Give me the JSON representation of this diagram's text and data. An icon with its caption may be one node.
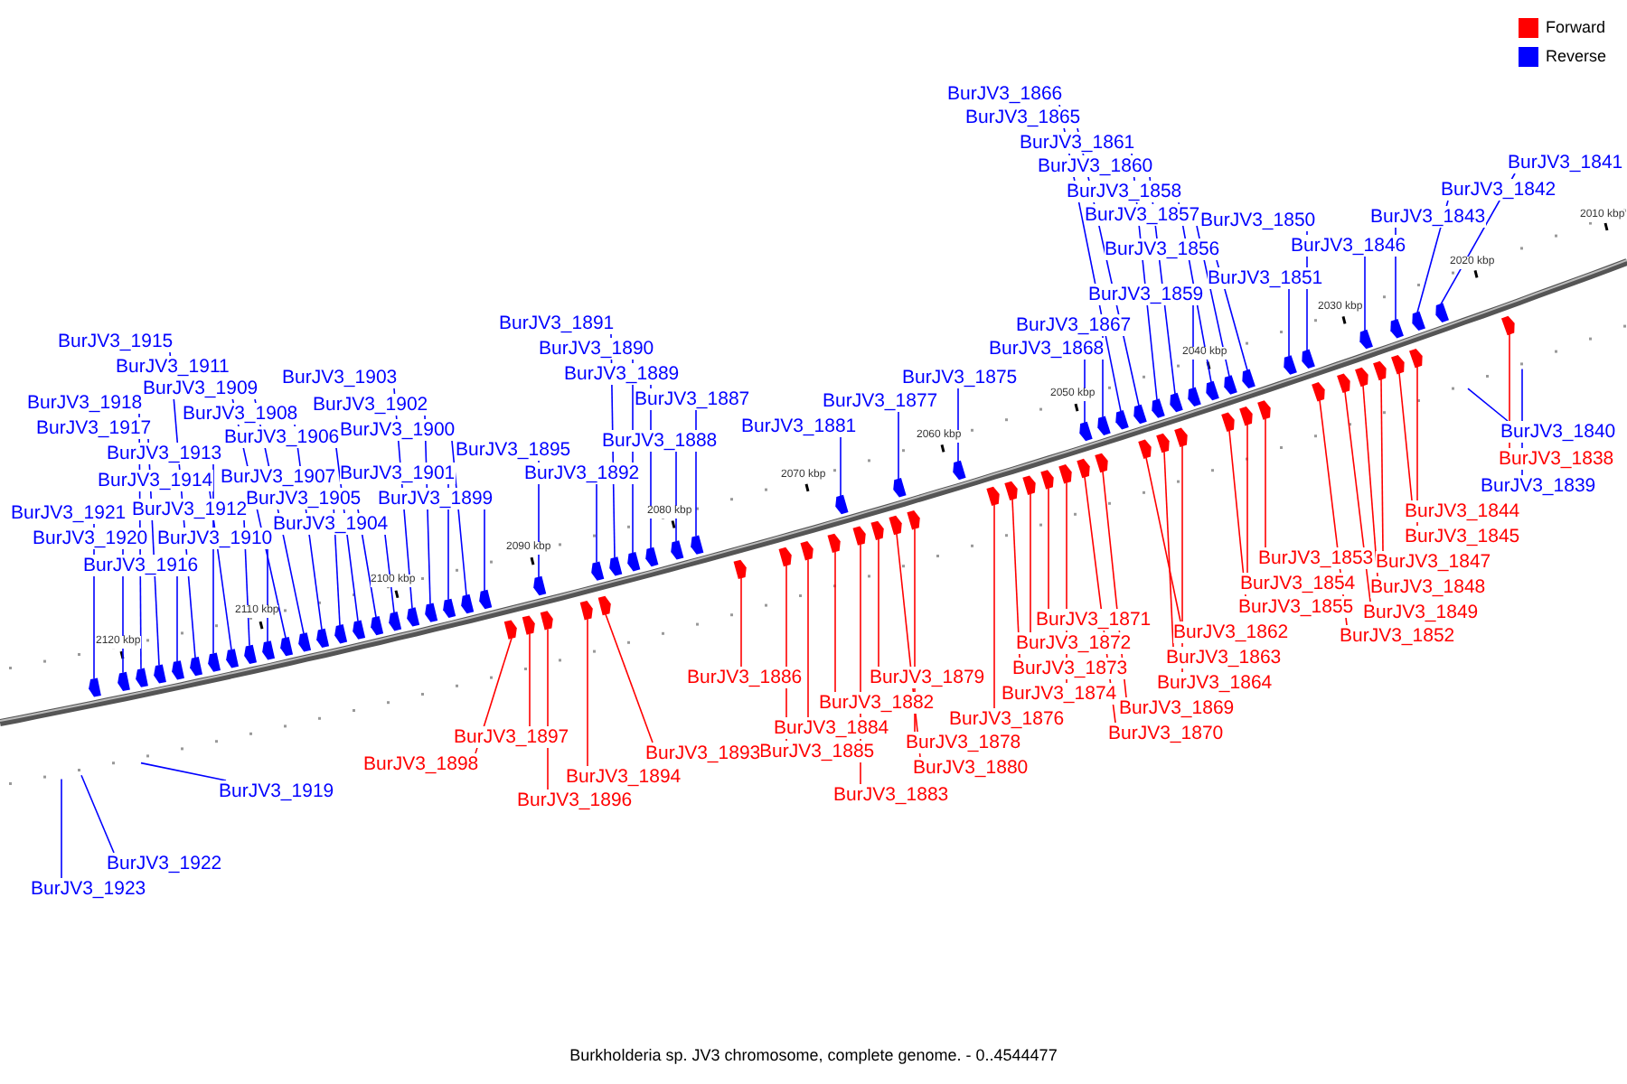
{
  "diagram": {
    "caption": "Burkholderia sp. JV3 chromosome, complete genome. - 0..4544477",
    "nodes": [
      {
        "text": [
          "BurJV3_1866"
        ]
      },
      {
        "text": [
          "BurJV3_1865"
        ]
      },
      {
        "text": [
          "BurJV3_1861"
        ]
      },
      {
        "text": [
          "BurJV3_1860"
        ]
      },
      {
        "text": [
          "BurJV3_1858"
        ]
      },
      {
        "text": [
          "BurJV3_1857"
        ]
      },
      {
        "text": [
          "BurJV3_1856"
        ]
      },
      {
        "text": [
          "BurJV3_1859"
        ]
      },
      {
        "text": [
          "BurJV3_1867"
        ]
      },
      {
        "text": [
          "BurJV3_1868"
        ]
      },
      {
        "text": [
          "BurJV3_1850"
        ]
      },
      {
        "text": [
          "BurJV3_1851"
        ]
      },
      {
        "text": [
          "BurJV3_1846"
        ]
      },
      {
        "text": [
          "BurJV3_1843"
        ]
      },
      {
        "text": [
          "BurJV3_1842"
        ]
      },
      {
        "text": [
          "BurJV3_1841"
        ]
      },
      {
        "text": [
          "BurJV3_1875"
        ]
      },
      {
        "text": [
          "BurJV3_1877"
        ]
      },
      {
        "text": [
          "BurJV3_1881"
        ]
      },
      {
        "text": [
          "BurJV3_1887"
        ]
      },
      {
        "text": [
          "BurJV3_1888"
        ]
      },
      {
        "text": [
          "BurJV3_1889"
        ]
      },
      {
        "text": [
          "BurJV3_1890"
        ]
      },
      {
        "text": [
          "BurJV3_1891"
        ]
      },
      {
        "text": [
          "BurJV3_1892"
        ]
      },
      {
        "text": [
          "BurJV3_1895"
        ]
      },
      {
        "text": [
          "BurJV3_1903"
        ]
      },
      {
        "text": [
          "BurJV3_1902"
        ]
      },
      {
        "text": [
          "BurJV3_1900"
        ]
      },
      {
        "text": [
          "BurJV3_1901"
        ]
      },
      {
        "text": [
          "BurJV3_1899"
        ]
      },
      {
        "text": [
          "BurJV3_1906"
        ]
      },
      {
        "text": [
          "BurJV3_1905"
        ]
      },
      {
        "text": [
          "BurJV3_1904"
        ]
      },
      {
        "text": [
          "BurJV3_1907"
        ]
      },
      {
        "text": [
          "BurJV3_1908"
        ]
      },
      {
        "text": [
          "BurJV3_1909"
        ]
      },
      {
        "text": [
          "BurJV3_1911"
        ]
      },
      {
        "text": [
          "BurJV3_1915"
        ]
      },
      {
        "text": [
          "BurJV3_1910"
        ]
      },
      {
        "text": [
          "BurJV3_1912"
        ]
      },
      {
        "text": [
          "BurJV3_1913"
        ]
      },
      {
        "text": [
          "BurJV3_1914"
        ]
      },
      {
        "text": [
          "BurJV3_1918"
        ]
      },
      {
        "text": [
          "BurJV3_1917"
        ]
      },
      {
        "text": [
          "BurJV3_1916"
        ]
      },
      {
        "text": [
          "BurJV3_1920"
        ]
      },
      {
        "text": [
          "BurJV3_1921"
        ]
      },
      {
        "text": [
          "BurJV3_1840"
        ]
      },
      {
        "text": [
          "BurJV3_1839"
        ]
      },
      {
        "text": [
          "BurJV3_1919"
        ]
      },
      {
        "text": [
          "BurJV3_1922"
        ]
      },
      {
        "text": [
          "BurJV3_1923"
        ]
      },
      {
        "text": [
          "BurJV3_1838"
        ]
      },
      {
        "text": [
          "BurJV3_1844"
        ]
      },
      {
        "text": [
          "BurJV3_1845"
        ]
      },
      {
        "text": [
          "BurJV3_1847"
        ]
      },
      {
        "text": [
          "BurJV3_1848"
        ]
      },
      {
        "text": [
          "BurJV3_1849"
        ]
      },
      {
        "text": [
          "BurJV3_1852"
        ]
      },
      {
        "text": [
          "BurJV3_1853"
        ]
      },
      {
        "text": [
          "BurJV3_1854"
        ]
      },
      {
        "text": [
          "BurJV3_1855"
        ]
      },
      {
        "text": [
          "BurJV3_1862"
        ]
      },
      {
        "text": [
          "BurJV3_1863"
        ]
      },
      {
        "text": [
          "BurJV3_1864"
        ]
      },
      {
        "text": [
          "BurJV3_1869"
        ]
      },
      {
        "text": [
          "BurJV3_1870"
        ]
      },
      {
        "text": [
          "BurJV3_1871"
        ]
      },
      {
        "text": [
          "BurJV3_1872"
        ]
      },
      {
        "text": [
          "BurJV3_1873"
        ]
      },
      {
        "text": [
          "BurJV3_1874"
        ]
      },
      {
        "text": [
          "BurJV3_1876"
        ]
      },
      {
        "text": [
          "BurJV3_1878"
        ]
      },
      {
        "text": [
          "BurJV3_1879"
        ]
      },
      {
        "text": [
          "BurJV3_1880"
        ]
      },
      {
        "text": [
          "BurJV3_1882"
        ]
      },
      {
        "text": [
          "BurJV3_1883"
        ]
      },
      {
        "text": [
          "BurJV3_1884"
        ]
      },
      {
        "text": [
          "BurJV3_1885"
        ]
      },
      {
        "text": [
          "BurJV3_1886"
        ]
      },
      {
        "text": [
          "BurJV3_1893"
        ]
      },
      {
        "text": [
          "BurJV3_1894"
        ]
      },
      {
        "text": [
          "BurJV3_1896"
        ]
      },
      {
        "text": [
          "BurJV3_1897"
        ]
      },
      {
        "text": [
          "BurJV3_1898"
        ]
      },
      {
        "text": [],
        "shape": "pentagon"
      },
      {
        "text": [],
        "shape": "pentagon"
      },
      {
        "text": [],
        "shape": "pentagon"
      },
      {
        "text": [],
        "shape": "pentagon"
      },
      {
        "text": [],
        "shape": "pentagon"
      },
      {
        "text": [],
        "shape": "pentagon"
      },
      {
        "text": [],
        "shape": "pentagon"
      },
      {
        "text": [],
        "shape": "pentagon"
      },
      {
        "text": [],
        "shape": "pentagon"
      },
      {
        "text": [],
        "shape": "pentagon"
      },
      {
        "text": [],
        "shape": "pentagon"
      },
      {
        "text": [],
        "shape": "pentagon"
      },
      {
        "text": [],
        "shape": "pentagon"
      },
      {
        "text": [],
        "shape": "pentagon"
      },
      {
        "text": [],
        "shape": "pentagon"
      },
      {
        "text": [],
        "shape": "pentagon"
      },
      {
        "text": [],
        "shape": "pentagon"
      },
      {
        "text": [],
        "shape": "pentagon"
      },
      {
        "text": [],
        "shape": "pentagon"
      },
      {
        "text": [],
        "shape": "pentagon"
      },
      {
        "text": [],
        "shape": "pentagon"
      },
      {
        "text": [],
        "shape": "pentagon"
      },
      {
        "text": [],
        "shape": "pentagon"
      },
      {
        "text": [],
        "shape": "pentagon"
      },
      {
        "text": [],
        "shape": "pentagon"
      },
      {
        "text": [],
        "shape": "pentagon"
      },
      {
        "text": [],
        "shape": "pentagon"
      },
      {
        "text": [],
        "shape": "pentagon"
      },
      {
        "text": [],
        "shape": "pentagon"
      },
      {
        "text": [],
        "shape": "pentagon"
      },
      {
        "text": [],
        "shape": "pentagon"
      },
      {
        "text": [],
        "shape": "pentagon"
      },
      {
        "text": [],
        "shape": "pentagon"
      },
      {
        "text": [],
        "shape": "pentagon"
      },
      {
        "text": [],
        "shape": "pentagon"
      },
      {
        "text": [],
        "shape": "pentagon"
      },
      {
        "text": [],
        "shape": "pentagon"
      },
      {
        "text": [],
        "shape": "pentagon"
      },
      {
        "text": [],
        "shape": "pentagon"
      },
      {
        "text": [],
        "shape": "pentagon"
      },
      {
        "text": [],
        "shape": "pentagon"
      },
      {
        "text": [],
        "shape": "pentagon"
      },
      {
        "text": [],
        "shape": "pentagon"
      },
      {
        "text": [],
        "shape": "pentagon"
      },
      {
        "text": [],
        "shape": "pentagon"
      },
      {
        "text": [],
        "shape": "pentagon"
      },
      {
        "text": [],
        "shape": "pentagon"
      },
      {
        "text": [],
        "shape": "pentagon"
      },
      {
        "text": [],
        "shape": "pentagon"
      },
      {
        "text": [],
        "shape": "pentagon"
      },
      {
        "text": [],
        "shape": "pentagon"
      },
      {
        "text": [],
        "shape": "pentagon"
      },
      {
        "text": [],
        "shape": "pentagon"
      },
      {
        "text": [],
        "shape": "pentagon"
      },
      {
        "text": [],
        "shape": "pentagon"
      },
      {
        "text": [],
        "shape": "pentagon"
      },
      {
        "text": [],
        "shape": "pentagon"
      },
      {
        "text": [],
        "shape": "pentagon"
      },
      {
        "text": [],
        "shape": "pentagon"
      },
      {
        "text": [],
        "shape": "pentagon"
      },
      {
        "text": [],
        "shape": "pentagon"
      },
      {
        "text": [],
        "shape": "pentagon"
      },
      {
        "text": [],
        "shape": "pentagon"
      },
      {
        "text": [],
        "shape": "pentagon"
      },
      {
        "text": [],
        "shape": "pentagon"
      },
      {
        "text": [],
        "shape": "pentagon"
      },
      {
        "text": [],
        "shape": "pentagon"
      },
      {
        "text": [],
        "shape": "pentagon"
      },
      {
        "text": [],
        "shape": "pentagon"
      },
      {
        "text": [],
        "shape": "pentagon"
      },
      {
        "text": [],
        "shape": "pentagon"
      },
      {
        "text": [],
        "shape": "pentagon"
      },
      {
        "text": [],
        "shape": "pentagon"
      },
      {
        "text": [],
        "shape": "pentagon"
      },
      {
        "text": [],
        "shape": "pentagon"
      },
      {
        "text": [],
        "shape": "pentagon"
      },
      {
        "text": [],
        "shape": "pentagon"
      },
      {
        "text": [],
        "shape": "pentagon"
      },
      {
        "text": [],
        "shape": "pentagon"
      },
      {
        "text": [],
        "shape": "pentagon"
      },
      {
        "text": [],
        "shape": "pentagon"
      }
    ],
    "edges": [
      {
        "from": 0,
        "to": 140,
        "arrow": "none"
      },
      {
        "from": 1,
        "to": 141,
        "arrow": "none"
      },
      {
        "from": 2,
        "to": 142,
        "arrow": "none"
      },
      {
        "from": 3,
        "to": 143,
        "arrow": "none"
      },
      {
        "from": 4,
        "to": 146,
        "arrow": "none"
      },
      {
        "from": 5,
        "to": 148,
        "arrow": "none"
      },
      {
        "from": 6,
        "to": 150,
        "arrow": "none"
      },
      {
        "from": 7,
        "to": 145,
        "arrow": "none"
      },
      {
        "from": 8,
        "to": 139,
        "arrow": "none"
      },
      {
        "from": 9,
        "to": 137,
        "arrow": "none"
      },
      {
        "from": 10,
        "to": 155,
        "arrow": "none"
      },
      {
        "from": 11,
        "to": 154,
        "arrow": "none"
      },
      {
        "from": 12,
        "to": 159,
        "arrow": "none"
      },
      {
        "from": 13,
        "to": 162,
        "arrow": "none"
      },
      {
        "from": 14,
        "to": 164,
        "arrow": "none"
      },
      {
        "from": 15,
        "to": 165,
        "arrow": "none"
      },
      {
        "from": 16,
        "to": 130,
        "arrow": "none"
      },
      {
        "from": 17,
        "to": 128,
        "arrow": "none"
      },
      {
        "from": 18,
        "to": 124,
        "arrow": "none"
      },
      {
        "from": 19,
        "to": 119,
        "arrow": "none"
      },
      {
        "from": 20,
        "to": 118,
        "arrow": "none"
      },
      {
        "from": 21,
        "to": 117,
        "arrow": "none"
      },
      {
        "from": 22,
        "to": 116,
        "arrow": "none"
      },
      {
        "from": 23,
        "to": 115,
        "arrow": "none"
      },
      {
        "from": 24,
        "to": 113,
        "arrow": "none"
      },
      {
        "from": 25,
        "to": 110,
        "arrow": "none"
      },
      {
        "from": 26,
        "to": 103,
        "arrow": "none"
      },
      {
        "from": 27,
        "to": 104,
        "arrow": "none"
      },
      {
        "from": 28,
        "to": 106,
        "arrow": "none"
      },
      {
        "from": 29,
        "to": 105,
        "arrow": "none"
      },
      {
        "from": 30,
        "to": 107,
        "arrow": "none"
      },
      {
        "from": 31,
        "to": 100,
        "arrow": "none"
      },
      {
        "from": 32,
        "to": 101,
        "arrow": "none"
      },
      {
        "from": 33,
        "to": 102,
        "arrow": "none"
      },
      {
        "from": 34,
        "to": 99,
        "arrow": "none"
      },
      {
        "from": 35,
        "to": 98,
        "arrow": "none"
      },
      {
        "from": 36,
        "to": 97,
        "arrow": "none"
      },
      {
        "from": 37,
        "to": 96,
        "arrow": "none"
      },
      {
        "from": 38,
        "to": 91,
        "arrow": "none"
      },
      {
        "from": 39,
        "to": 95,
        "arrow": "none"
      },
      {
        "from": 40,
        "to": 94,
        "arrow": "none"
      },
      {
        "from": 41,
        "to": 92,
        "arrow": "none"
      },
      {
        "from": 42,
        "to": 93,
        "arrow": "none"
      },
      {
        "from": 43,
        "to": 88,
        "arrow": "none"
      },
      {
        "from": 44,
        "to": 89,
        "arrow": "none"
      },
      {
        "from": 45,
        "to": 90,
        "arrow": "none"
      },
      {
        "from": 46,
        "to": 87,
        "arrow": "none"
      },
      {
        "from": 47,
        "to": 86,
        "arrow": "none"
      },
      {
        "from": 48,
        "to": null,
        "arrow": "none"
      },
      {
        "from": 49,
        "to": null,
        "arrow": "none"
      },
      {
        "from": 50,
        "to": null,
        "arrow": "none"
      },
      {
        "from": 51,
        "to": null,
        "arrow": "none"
      },
      {
        "from": 52,
        "to": null,
        "arrow": "none"
      },
      {
        "from": 53,
        "to": 166,
        "arrow": "none",
        "color": "#ff0000"
      },
      {
        "from": 54,
        "to": 161,
        "arrow": "none",
        "color": "#ff0000"
      },
      {
        "from": 55,
        "to": 163,
        "arrow": "none",
        "color": "#ff0000"
      },
      {
        "from": 56,
        "to": 160,
        "arrow": "none",
        "color": "#ff0000"
      },
      {
        "from": 57,
        "to": 158,
        "arrow": "none",
        "color": "#ff0000"
      },
      {
        "from": 58,
        "to": 157,
        "arrow": "none",
        "color": "#ff0000"
      },
      {
        "from": 59,
        "to": 156,
        "arrow": "none",
        "color": "#ff0000"
      },
      {
        "from": 60,
        "to": 153,
        "arrow": "none",
        "color": "#ff0000"
      },
      {
        "from": 61,
        "to": 152,
        "arrow": "none",
        "color": "#ff0000"
      },
      {
        "from": 62,
        "to": 151,
        "arrow": "none",
        "color": "#ff0000"
      },
      {
        "from": 63,
        "to": 144,
        "arrow": "none",
        "color": "#ff0000"
      },
      {
        "from": 64,
        "to": 147,
        "arrow": "none",
        "color": "#ff0000"
      },
      {
        "from": 65,
        "to": 149,
        "arrow": "none",
        "color": "#ff0000"
      },
      {
        "from": 66,
        "to": 138,
        "arrow": "none",
        "color": "#ff0000"
      },
      {
        "from": 67,
        "to": 136,
        "arrow": "none",
        "color": "#ff0000"
      },
      {
        "from": 68,
        "to": 134,
        "arrow": "none",
        "color": "#ff0000"
      },
      {
        "from": 69,
        "to": 133,
        "arrow": "none",
        "color": "#ff0000"
      },
      {
        "from": 70,
        "to": 132,
        "arrow": "none",
        "color": "#ff0000"
      },
      {
        "from": 71,
        "to": 135,
        "arrow": "none",
        "color": "#ff0000"
      },
      {
        "from": 72,
        "to": 131,
        "arrow": "none",
        "color": "#ff0000"
      },
      {
        "from": 73,
        "to": 129,
        "arrow": "none",
        "color": "#ff0000"
      },
      {
        "from": 74,
        "to": 126,
        "arrow": "none",
        "color": "#ff0000"
      },
      {
        "from": 75,
        "to": 127,
        "arrow": "none",
        "color": "#ff0000"
      },
      {
        "from": 76,
        "to": 123,
        "arrow": "none",
        "color": "#ff0000"
      },
      {
        "from": 77,
        "to": 125,
        "arrow": "none",
        "color": "#ff0000"
      },
      {
        "from": 78,
        "to": 122,
        "arrow": "none",
        "color": "#ff0000"
      },
      {
        "from": 79,
        "to": 121,
        "arrow": "none",
        "color": "#ff0000"
      },
      {
        "from": 80,
        "to": 120,
        "arrow": "none",
        "color": "#ff0000"
      },
      {
        "from": 81,
        "to": 114,
        "arrow": "none",
        "color": "#ff0000"
      },
      {
        "from": 82,
        "to": 112,
        "arrow": "none",
        "color": "#ff0000"
      },
      {
        "from": 83,
        "to": 111,
        "arrow": "none",
        "color": "#ff0000"
      },
      {
        "from": 84,
        "to": 109,
        "arrow": "none",
        "color": "#ff0000"
      },
      {
        "from": 85,
        "to": 108,
        "arrow": "none",
        "color": "#ff0000"
      }
    ],
    "labels": [
      "2010 kbp",
      "2020 kbp",
      "2030 kbp",
      "2040 kbp",
      "2050 kbp",
      "2060 kbp",
      "2070 kbp",
      "2080 kbp",
      "2090 kbp",
      "2100 kbp",
      "2110 kbp",
      "2120 kbp"
    ],
    "legend": [
      {
        "text": "Forward",
        "color": "#ff0000"
      },
      {
        "text": "Reverse",
        "color": "#0000ff"
      }
    ]
  }
}
